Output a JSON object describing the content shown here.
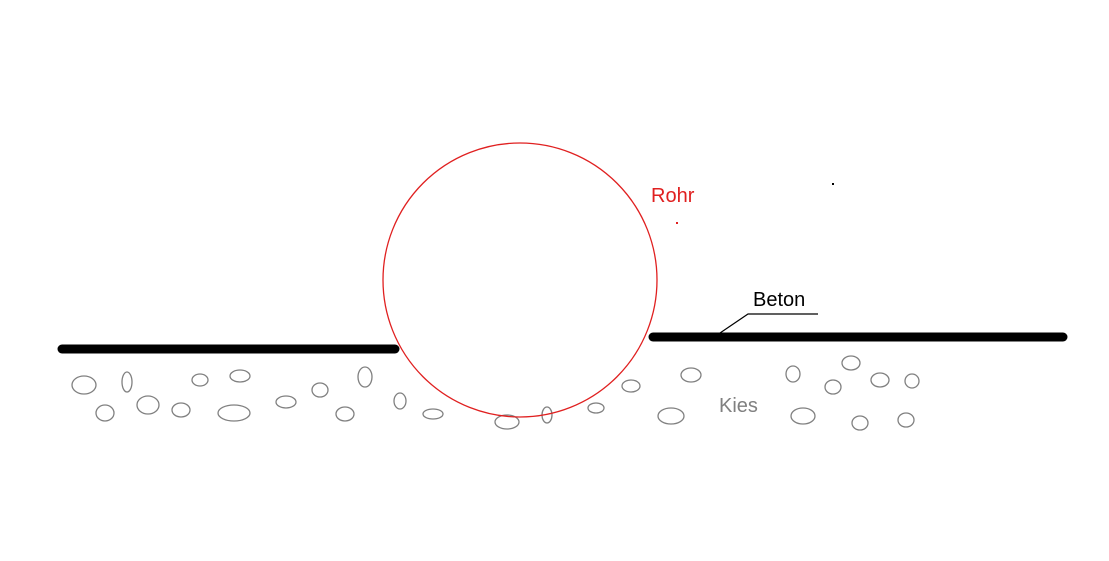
{
  "labels": {
    "pipe": "Rohr",
    "concrete": "Beton",
    "gravel": "Kies"
  },
  "colors": {
    "pipe": "#e02020",
    "concrete": "#000000",
    "gravel_outline": "#808080",
    "gravel_label": "#808080",
    "background": "#ffffff"
  }
}
